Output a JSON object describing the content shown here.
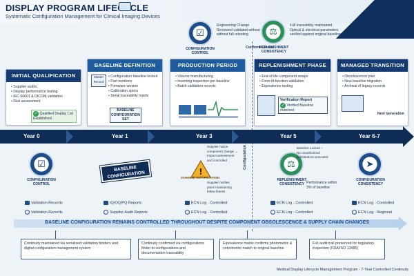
{
  "header": {
    "title": "DISPLAY PROGRAM LIFECYCLE",
    "subtitle": "Systematic Configuration Management for Clinical Imaging Devices"
  },
  "phases": [
    {
      "title": "INITIAL QUALIFICATION",
      "items": [
        "Supplier audits",
        "Display performance testing",
        "IEC 60601 & DICOM validation",
        "Risk assessment"
      ],
      "note": "Qualified Display List Established"
    },
    {
      "title": "BASELINE DEFINITION",
      "items": [
        "Configuration baseline locked",
        "Part numbers",
        "Firmware version",
        "Calibration specs",
        "Serial traceability matrix"
      ],
      "badge": "Master Record",
      "note": "BASELINE CONFIGURATION SET"
    },
    {
      "title": "PRODUCTION PERIOD",
      "items": [
        "Volume manufacturing",
        "Incoming inspection per baseline",
        "Batch validation records"
      ]
    },
    {
      "title": "REPLENISHMENT PHASE",
      "items": [
        "End-of-life component swaps",
        "Form-fit-function validation",
        "Equivalence testing"
      ],
      "note_title": "Verification Report",
      "note": "Verified Baseline matched"
    },
    {
      "title": "MANAGED TRANSITION",
      "items": [
        "Obsolescence plan",
        "New baseline migration",
        "Archival of legacy records"
      ],
      "note": "Next Generation"
    }
  ],
  "seals_top": [
    {
      "label": "CONFIGURATION CONTROL",
      "notes": [
        "Engineering Change",
        "Reviewed validated without",
        "without full retesting"
      ]
    },
    {
      "label": "REPLENISHMENT CONSISTENCY",
      "notes": [
        "Full traceability maintained",
        "Optical & electrical parameters",
        "verified against original baseline"
      ]
    }
  ],
  "conform_label": "Conform Control",
  "timeline": {
    "years": [
      "Year 0",
      "Year 1",
      "Year 3",
      "Year 5",
      "Year 6-7"
    ]
  },
  "vertical_label": "Configuration Control",
  "seals_bottom": [
    {
      "label": "CONFIGURATION CONTROL"
    },
    {
      "label": "REPLENISHMENT CONSISTENCY"
    },
    {
      "label": "CONFIGURATION CONSISTENCY"
    }
  ],
  "baseline_set": "BASELINE CONFIGURATION SET",
  "year3_notes": [
    "Supplier notice",
    "component change →",
    "Impact assessment",
    "and controlled"
  ],
  "change_notification": "CHANGE NOTIFICATION",
  "change_notes": [
    "Supplier notifies",
    "plans maintaining",
    "follow fitness"
  ],
  "year5_notes": [
    "Baseline Locked –",
    "No unauthorized",
    "substitutions executed"
  ],
  "year5_result": [
    "Performance within",
    "3% of baseline"
  ],
  "records": [
    [
      "Validation Records",
      "Validation Records"
    ],
    [
      "IQ/OQ/PQ Reports",
      "Supplier Audit Reports"
    ],
    [
      "ECN Log - Controlled",
      "ECN Log - Controlled"
    ],
    [
      "ECN Log - Controlled",
      "ECN Log - Controlled"
    ],
    [
      "ECN Log - Controlled",
      "ECN Log - Regional"
    ]
  ],
  "banner": "BASELINE CONFIGURATION REMAINS CONTROLLED THROUGHOUT DESPITE COMPONENT OBSOLESCENCE & SUPPLY CHAIN CHANGES",
  "footer_boxes": [
    "Continuity maintained via serialized validation binders and digital configuration management system",
    "Continuity confirmed via configurations finder to configurations and documentation traceability",
    "Equivalence matrix confirms photometric & colorimetric match to original baseline",
    "Full audit trail preserved for regulatory inspection (FDA/ISO 13485)"
  ],
  "footer": "Medical Display Lifecycle Management Program - 7-Year Controlled Continuity",
  "colors": {
    "navy": "#0f2c56",
    "accent": "#1f5c9e",
    "green": "#2c8f5b"
  }
}
